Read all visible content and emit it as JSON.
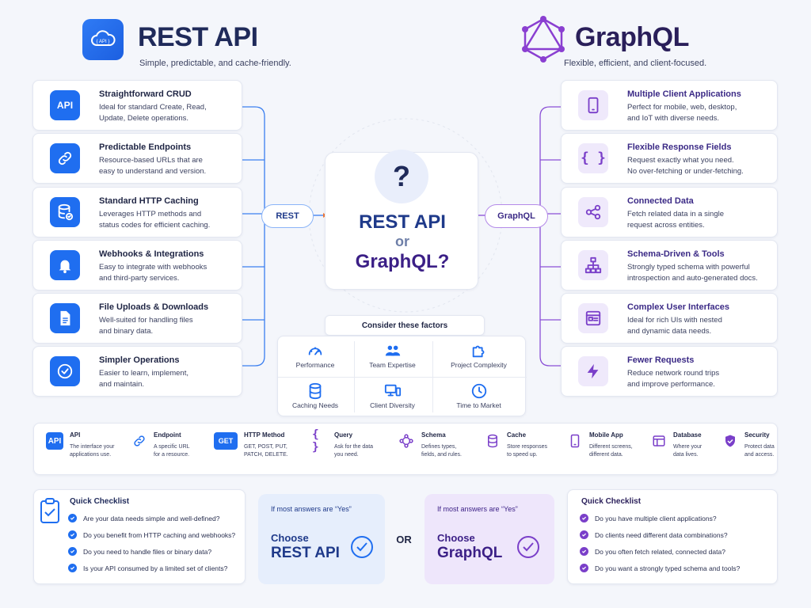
{
  "colors": {
    "rest": "#1f6ef0",
    "graphql": "#7a3fc9",
    "bg": "#f4f6fb"
  },
  "rest": {
    "title": "REST API",
    "subtitle": "Simple, predictable, and cache-friendly.",
    "features": [
      {
        "icon": "api-badge-icon",
        "title": "Straightforward CRUD",
        "desc": "Ideal for standard Create, Read,\nUpdate, Delete operations."
      },
      {
        "icon": "link-icon",
        "title": "Predictable Endpoints",
        "desc": "Resource-based URLs that are\neasy to understand and version."
      },
      {
        "icon": "database-check-icon",
        "title": "Standard HTTP Caching",
        "desc": "Leverages HTTP methods and\nstatus codes for efficient caching."
      },
      {
        "icon": "bell-icon",
        "title": "Webhooks & Integrations",
        "desc": "Easy to integrate with webhooks\nand third-party services."
      },
      {
        "icon": "document-icon",
        "title": "File Uploads & Downloads",
        "desc": "Well-suited for handling files\nand binary data."
      },
      {
        "icon": "check-circle-icon",
        "title": "Simpler Operations",
        "desc": "Easier to learn, implement,\nand maintain."
      }
    ],
    "pill": "REST"
  },
  "graphql": {
    "title": "GraphQL",
    "subtitle": "Flexible, efficient, and client-focused.",
    "features": [
      {
        "icon": "mobile-icon",
        "title": "Multiple Client Applications",
        "desc": "Perfect for mobile, web, desktop,\nand IoT with diverse needs."
      },
      {
        "icon": "braces-icon",
        "title": "Flexible Response Fields",
        "desc": "Request exactly what you need.\nNo over-fetching or under-fetching."
      },
      {
        "icon": "share-nodes-icon",
        "title": "Connected Data",
        "desc": "Fetch related data in a single\nrequest across entities."
      },
      {
        "icon": "hierarchy-icon",
        "title": "Schema-Driven & Tools",
        "desc": "Strongly typed schema with powerful\nintrospection and auto-generated docs."
      },
      {
        "icon": "window-layout-icon",
        "title": "Complex User Interfaces",
        "desc": "Ideal for rich UIs with nested\nand dynamic data needs."
      },
      {
        "icon": "lightning-icon",
        "title": "Fewer Requests",
        "desc": "Reduce network round trips\nand improve performance."
      }
    ],
    "pill": "GraphQL"
  },
  "center": {
    "question_mark": "?",
    "line1": "REST API",
    "line2": "or",
    "line3": "GraphQL?"
  },
  "factors": {
    "title": "Consider these factors",
    "items": [
      {
        "icon": "gauge-icon",
        "label": "Performance"
      },
      {
        "icon": "team-icon",
        "label": "Team Expertise"
      },
      {
        "icon": "puzzle-icon",
        "label": "Project Complexity"
      },
      {
        "icon": "database-icon",
        "label": "Caching Needs"
      },
      {
        "icon": "devices-icon",
        "label": "Client Diversity"
      },
      {
        "icon": "clock-icon",
        "label": "Time to Market"
      }
    ]
  },
  "glossary": [
    {
      "icon": "api-badge-icon",
      "title": "API",
      "desc": "The interface your\napplications use."
    },
    {
      "icon": "link-icon",
      "title": "Endpoint",
      "desc": "A specific URL\nfor a resource."
    },
    {
      "icon": "get-badge-icon",
      "badge": "GET",
      "title": "HTTP Method",
      "desc": "GET, POST, PUT,\nPATCH, DELETE."
    },
    {
      "icon": "braces-icon",
      "title": "Query",
      "desc": "Ask for the data\nyou need."
    },
    {
      "icon": "schema-icon",
      "title": "Schema",
      "desc": "Defines types,\nfields, and rules."
    },
    {
      "icon": "database-icon",
      "title": "Cache",
      "desc": "Store responses\nto speed up."
    },
    {
      "icon": "mobile-icon",
      "title": "Mobile App",
      "desc": "Different screens,\ndifferent data."
    },
    {
      "icon": "table-icon",
      "title": "Database",
      "desc": "Where your\ndata lives."
    },
    {
      "icon": "shield-icon",
      "title": "Security",
      "desc": "Protect data\nand access."
    }
  ],
  "checklist_rest": {
    "title": "Quick Checklist",
    "items": [
      "Are your data needs simple and well-defined?",
      "Do you benefit from HTTP caching and webhooks?",
      "Do you need to handle files or binary data?",
      "Is your API consumed by a limited set of clients?"
    ]
  },
  "checklist_graphql": {
    "title": "Quick Checklist",
    "items": [
      "Do you have multiple client applications?",
      "Do clients need different data combinations?",
      "Do you often fetch related, connected data?",
      "Do you want a strongly typed schema and tools?"
    ]
  },
  "verdict_rest": {
    "hint": "If most answers are “Yes”",
    "choose": "Choose",
    "name": "REST API"
  },
  "verdict_graphql": {
    "hint": "If most answers are “Yes”",
    "choose": "Choose",
    "name": "GraphQL"
  },
  "or_label": "OR"
}
